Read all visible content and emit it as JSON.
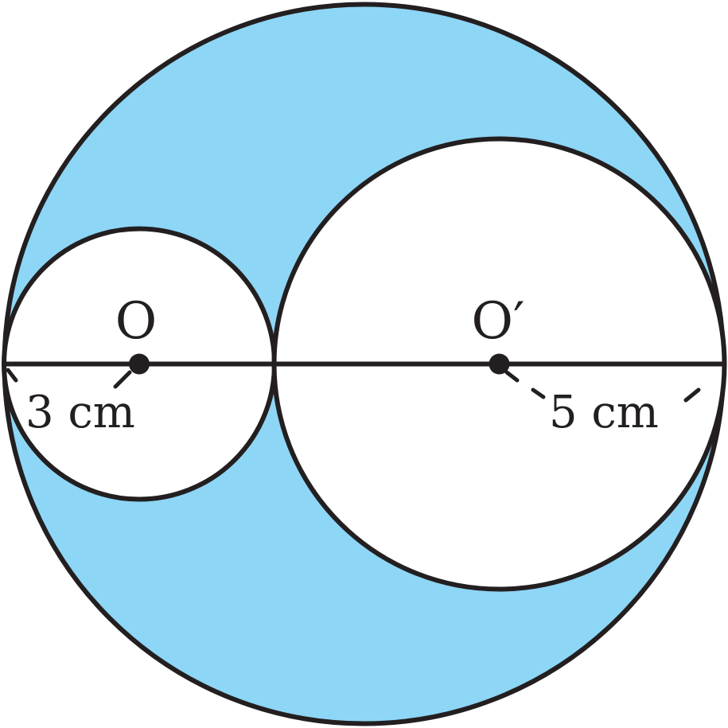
{
  "colors": {
    "shaded_region": "#8ed6f5",
    "inner_circle_fill": "#ffffff",
    "stroke": "#231f20"
  },
  "labels": {
    "small_center": "O",
    "large_center": "O′",
    "small_radius": "3 cm",
    "large_radius": "5 cm"
  },
  "shapes": {
    "outer_circle": "circle",
    "small_circle": "circle",
    "large_circle": "circle",
    "diameter_line": "line"
  }
}
